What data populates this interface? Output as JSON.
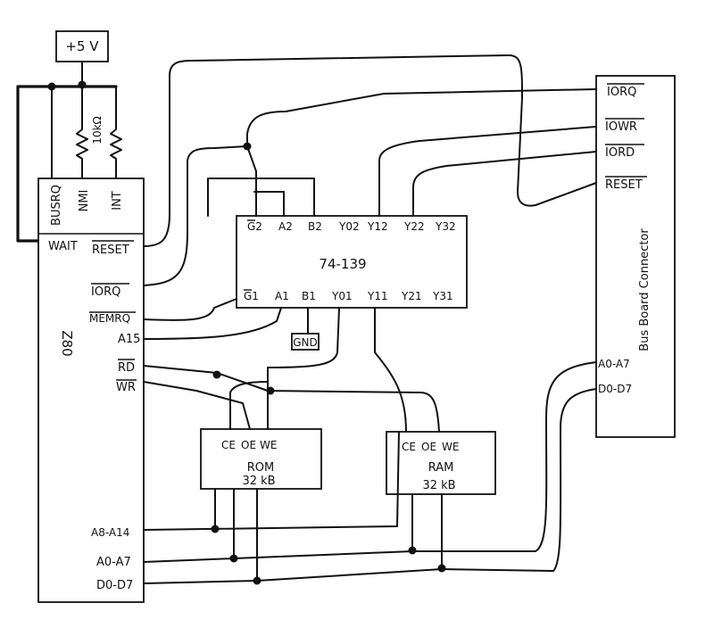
{
  "power": {
    "label": "+5 V"
  },
  "resistor": {
    "label": "10kΩ"
  },
  "z80": {
    "name": "Z80",
    "pins_top": [
      "BUSRQ",
      "NMI",
      "INT"
    ],
    "wait": "WAIT",
    "reset": "RESET",
    "iorq": "IORQ",
    "mreq": "MEMRQ",
    "a15": "A15",
    "rd": "RD",
    "wr": "WR",
    "addr_hi": "A8-A14",
    "addr_lo": "A0-A7",
    "data": "D0-D7"
  },
  "decoder": {
    "name": "74-139",
    "top_pins": [
      "G2",
      "A2",
      "B2",
      "Y02",
      "Y12",
      "Y22",
      "Y32"
    ],
    "bottom_pins": [
      "G1",
      "A1",
      "B1",
      "Y01",
      "Y11",
      "Y21",
      "Y31"
    ]
  },
  "gnd": {
    "label": "GND"
  },
  "rom": {
    "name": "ROM",
    "size": "32 kB"
  },
  "ram": {
    "name": "RAM",
    "size": "32 kB"
  },
  "bus": {
    "title": "Bus Board Connector",
    "iorq": "IORQ",
    "iowr": "IOWR",
    "iord": "IORD",
    "reset": "RESET",
    "addr": "A0-A7",
    "data": "D0-D7"
  }
}
